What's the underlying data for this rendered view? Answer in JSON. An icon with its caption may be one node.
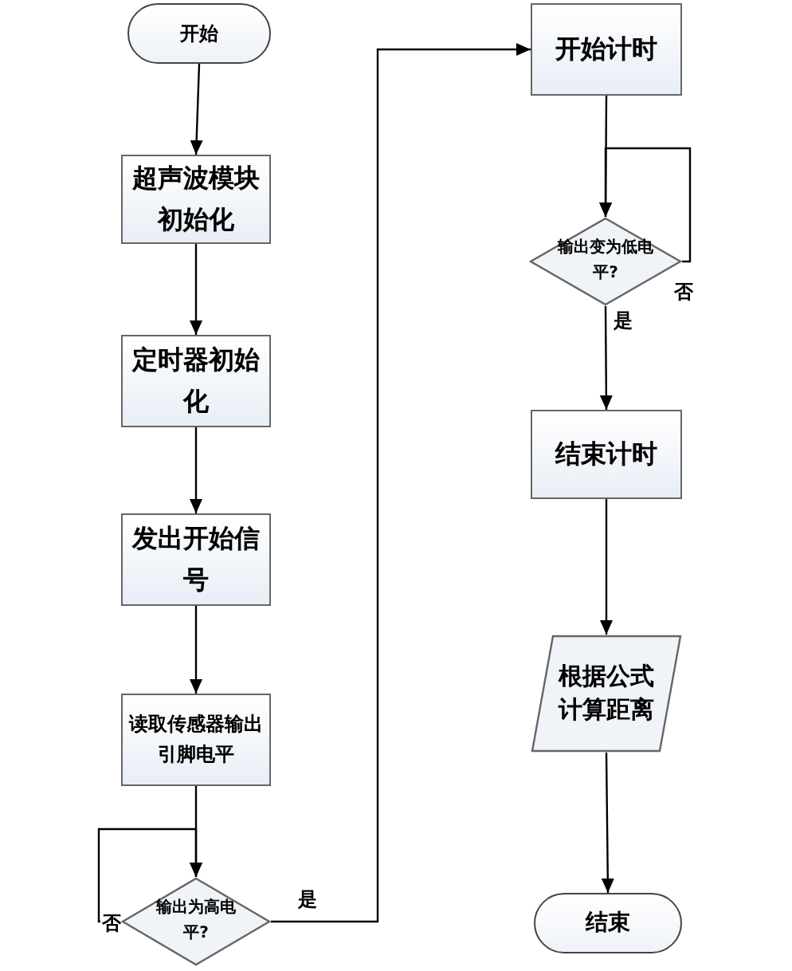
{
  "diagram": {
    "nodes": [
      {
        "text": [
          "开始"
        ]
      },
      {
        "text": [
          "超声波模块初始化"
        ]
      },
      {
        "text": [
          "定时器初始化"
        ]
      },
      {
        "text": [
          "发出开始信号"
        ]
      },
      {
        "text": [
          "读取传感器输出引脚电平"
        ]
      },
      {
        "text": [
          "输出为高电平?"
        ]
      },
      {
        "text": [
          "开始计时"
        ]
      },
      {
        "text": [
          "输出变为低电平?"
        ]
      },
      {
        "text": [
          "结束计时"
        ]
      },
      {
        "text": [
          "根据公式计算距离"
        ]
      },
      {
        "text": [
          "结束"
        ]
      }
    ],
    "edges": [
      {
        "from": 0,
        "to": 1,
        "arrow": "to"
      },
      {
        "from": 1,
        "to": 2,
        "arrow": "to"
      },
      {
        "from": 2,
        "to": 3,
        "arrow": "to"
      },
      {
        "from": 3,
        "to": 4,
        "arrow": "to"
      },
      {
        "from": 4,
        "to": 5,
        "arrow": "to"
      },
      {
        "from": 5,
        "to": 5,
        "label": "否",
        "arrow": "to"
      },
      {
        "from": 5,
        "to": 6,
        "label": "是",
        "arrow": "to"
      },
      {
        "from": 6,
        "to": 7,
        "arrow": "to"
      },
      {
        "from": 7,
        "to": 7,
        "label": "否",
        "arrow": "to"
      },
      {
        "from": 7,
        "to": 8,
        "label": "是",
        "arrow": "to"
      },
      {
        "from": 8,
        "to": 9,
        "arrow": "to"
      },
      {
        "from": 9,
        "to": 10,
        "arrow": "to"
      }
    ]
  }
}
